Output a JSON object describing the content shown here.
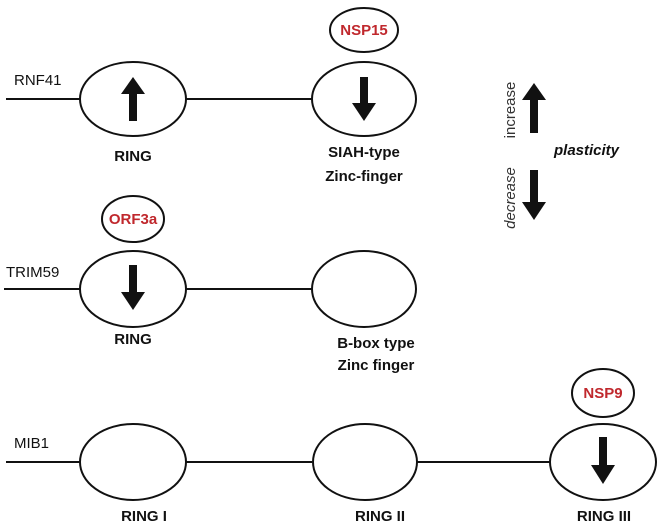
{
  "proteins": {
    "rnf41": {
      "name": "RNF41",
      "domains": [
        {
          "label_lines": [
            "RING"
          ],
          "arrow": "up"
        },
        {
          "label_lines": [
            "SIAH-type",
            "Zinc-finger"
          ],
          "arrow": "down",
          "viral": "NSP15"
        }
      ]
    },
    "trim59": {
      "name": "TRIM59",
      "domains": [
        {
          "label_lines": [
            "RING"
          ],
          "arrow": "down",
          "viral": "ORF3a"
        },
        {
          "label_lines": [
            "B-box type",
            "Zinc finger"
          ],
          "arrow": "none"
        }
      ]
    },
    "mib1": {
      "name": "MIB1",
      "domains": [
        {
          "label_lines": [
            "RING I"
          ],
          "arrow": "none"
        },
        {
          "label_lines": [
            "RING II"
          ],
          "arrow": "none"
        },
        {
          "label_lines": [
            "RING III"
          ],
          "arrow": "down",
          "viral": "NSP9"
        }
      ]
    }
  },
  "legend": {
    "increase": "increase",
    "decrease": "decrease",
    "plasticity": "plasticity"
  },
  "colors": {
    "viral_text": "#c0282d",
    "stroke": "#111111"
  }
}
